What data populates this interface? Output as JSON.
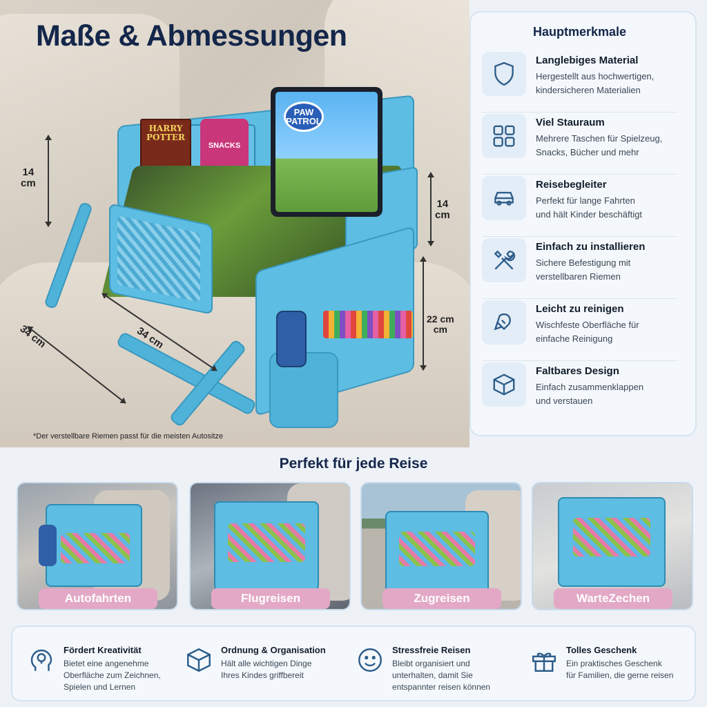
{
  "hero": {
    "title": "Maße & Abmessungen",
    "footnote": "*Der verstellbare Riemen passt für die meisten Autositze",
    "dimensions": {
      "left_height": "14\ncm",
      "right_height": "14\ncm",
      "pocket_height": "22 cm\ncm",
      "diag_left": "34 cm",
      "diag_front": "34 cm"
    },
    "product_labels": {
      "book": "HARRY\nPOTTER",
      "snack": "SNACKS",
      "tablet_logo": "PAW\nPATROL"
    }
  },
  "features": {
    "title": "Hauptmerkmale",
    "items": [
      {
        "icon": "shield-icon",
        "title": "Langlebiges Material",
        "desc": "Hergestellt aus hochwertigen,\nkindersicheren Materialien"
      },
      {
        "icon": "grid-icon",
        "title": "Viel Stauraum",
        "desc": "Mehrere Taschen für Spielzeug,\nSnacks, Bücher und mehr"
      },
      {
        "icon": "car-icon",
        "title": "Reisebegleiter",
        "desc": "Perfekt für lange Fahrten\nund hält Kinder beschäftigt"
      },
      {
        "icon": "tools-icon",
        "title": "Einfach zu installieren",
        "desc": "Sichere Befestigung mit\nverstellbaren Riemen"
      },
      {
        "icon": "cleaning-icon",
        "title": "Leicht zu reinigen",
        "desc": "Wischfeste Oberfläche für\neinfache Reinigung"
      },
      {
        "icon": "box-icon",
        "title": "Faltbares Design",
        "desc": "Einfach zusammenklappen\nund verstauen"
      }
    ]
  },
  "travel": {
    "title": "Perfekt für jede Reise",
    "cards": [
      {
        "label": "Autofahrten"
      },
      {
        "label": "Flugreisen"
      },
      {
        "label": "Zugreisen"
      },
      {
        "label": "WarteZechen"
      }
    ]
  },
  "benefits": [
    {
      "icon": "lightbulb-head-icon",
      "title": "Fördert Kreativität",
      "desc": "Bietet eine angenehme\nOberfläche zum Zeichnen,\nSpielen und Lernen"
    },
    {
      "icon": "box-icon",
      "title": "Ordnung & Organisation",
      "desc": "Hält alle wichtigen Dinge\nIhres Kindes griffbereit"
    },
    {
      "icon": "smiley-icon",
      "title": "Stressfreie Reisen",
      "desc": "Bleibt organisiert und\nunterhalten, damit Sie\nentspannter reisen können"
    },
    {
      "icon": "gift-icon",
      "title": "Tolles Geschenk",
      "desc": "Ein praktisches Geschenk\nfür Familien, die gerne reisen"
    }
  ],
  "colors": {
    "accent": "#4fb3d9",
    "title": "#14264a",
    "badge": "#e3a8c6",
    "icon": "#2d5d8a"
  }
}
